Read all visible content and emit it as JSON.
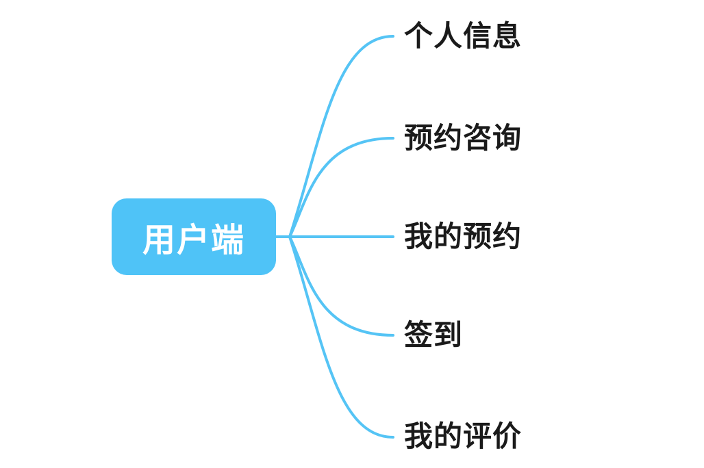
{
  "diagram": {
    "root": {
      "label": "用户端"
    },
    "branches": [
      {
        "label": "个人信息"
      },
      {
        "label": "预约咨询"
      },
      {
        "label": "我的预约"
      },
      {
        "label": "签到"
      },
      {
        "label": "我的评价"
      }
    ],
    "colors": {
      "accent": "#4FC3F7",
      "line": "#55C4F5",
      "root_text": "#FFFFFF",
      "branch_text": "#1A1A1A",
      "background": "#FFFFFF"
    }
  }
}
